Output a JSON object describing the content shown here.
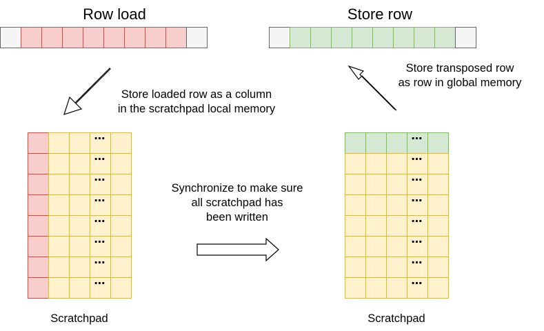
{
  "titles": {
    "row_load": "Row load",
    "store_row": "Store row"
  },
  "notes": {
    "store_column": [
      "Store loaded row as a column",
      "in the scratchpad local memory"
    ],
    "synchronize": [
      "Synchronize to make sure",
      "all scratchpad has",
      "been written"
    ],
    "store_transposed": [
      "Store transposed row",
      "as row in global memory"
    ]
  },
  "captions": {
    "left_scratchpad": "Scratchpad",
    "right_scratchpad": "Scratchpad"
  },
  "ellipsis": "⋯",
  "colors": {
    "red_fill": "#f8cecc",
    "red_border": "#b85450",
    "green_fill": "#d5e8d4",
    "green_border": "#82b366",
    "yellow_fill": "#fff2cc",
    "yellow_border": "#d6b656",
    "gray_fill": "#f5f5f5",
    "gray_border": "#666666"
  }
}
